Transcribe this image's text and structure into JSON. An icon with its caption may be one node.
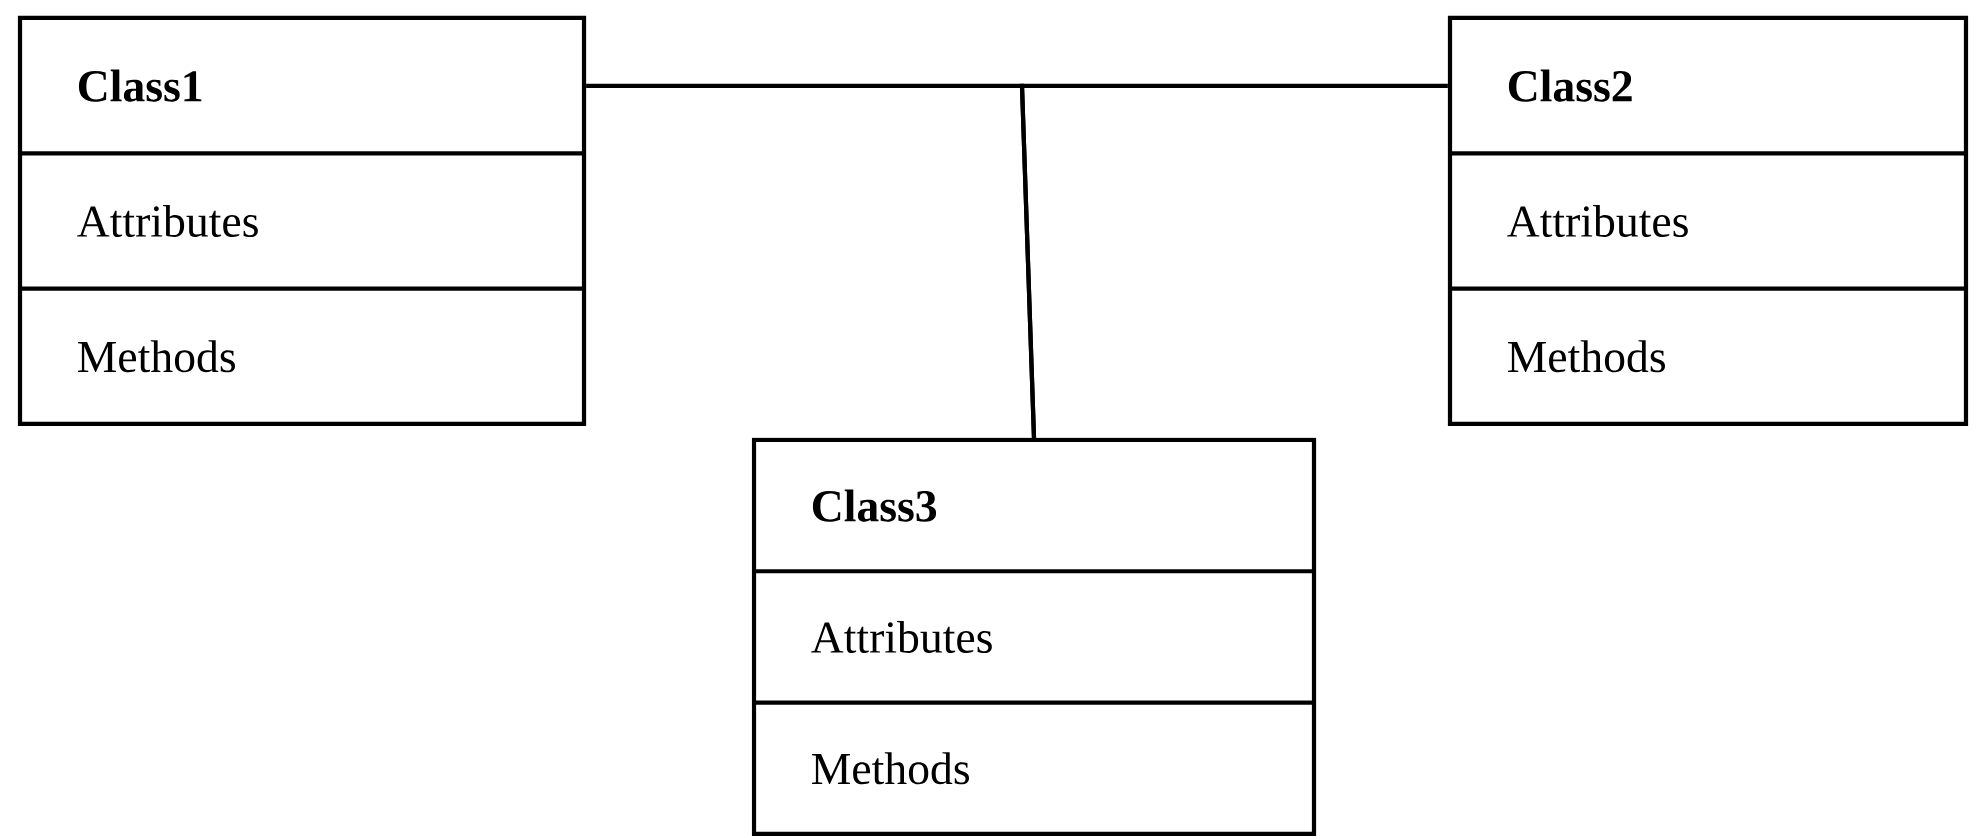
{
  "diagram": {
    "nodes": [
      {
        "text": [
          "Class1",
          "Attributes",
          "Methods"
        ]
      },
      {
        "text": [
          "Class2",
          "Attributes",
          "Methods"
        ]
      },
      {
        "text": [
          "Class3",
          "Attributes",
          "Methods"
        ]
      }
    ],
    "edges": [
      {
        "from": 0,
        "to": 2,
        "arrow": "none"
      },
      {
        "from": 1,
        "to": 2,
        "arrow": "none"
      }
    ]
  }
}
